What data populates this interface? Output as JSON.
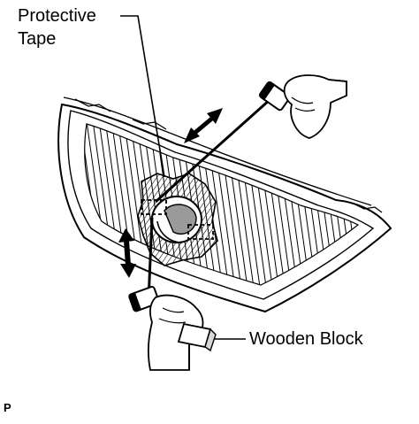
{
  "labels": {
    "protective_tape_line1": "Protective",
    "protective_tape_line2": "Tape",
    "wooden_block": "Wooden Block",
    "figure_code": "P"
  },
  "colors": {
    "ink": "#000000",
    "tape_fill": "#d7d7d7",
    "emblem_fill": "#9a9a9a",
    "background": "#ffffff"
  }
}
